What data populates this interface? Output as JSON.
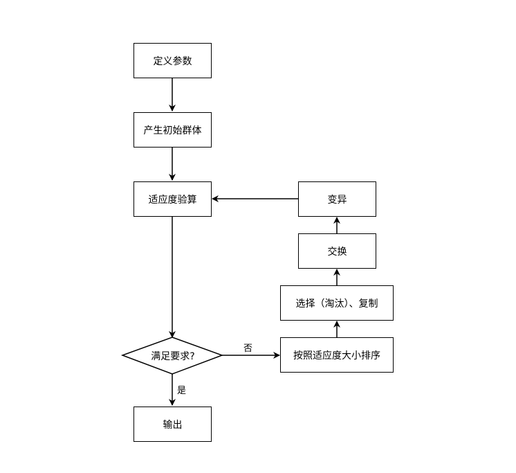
{
  "diagram": {
    "nodes": {
      "define_params": "定义参数",
      "init_population": "产生初始群体",
      "fitness_eval": "适应度验算",
      "condition": "满足要求?",
      "output": "输出",
      "sort": "按照适应度大小排序",
      "select": "选择（淘汰）、复制",
      "crossover": "交换",
      "mutation": "变异"
    },
    "edge_labels": {
      "no": "否",
      "yes": "是"
    }
  }
}
